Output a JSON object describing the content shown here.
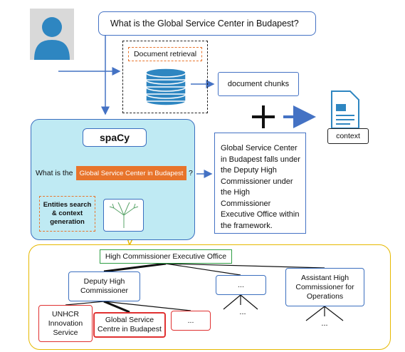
{
  "question": "What is the Global Service Center in Budapest?",
  "retrieval": {
    "label": "Document retrieval",
    "icon": "database-icon"
  },
  "chunks": {
    "label": "document chunks"
  },
  "plus": "+",
  "context": {
    "label": "context",
    "icon": "document-icon"
  },
  "spacy": {
    "title": "spaCy",
    "question_prefix": "What is the",
    "entity": "Global Service Center in Budapest",
    "question_suffix": "?",
    "entity_search": "Entities search & context generation",
    "tree_icon": "tree-icon"
  },
  "answer": "Global Service Center in Budapest falls under the Deputy High Commissioner under the High Commissioner Executive Office within the framework.",
  "hierarchy": {
    "root": "High Commissioner Executive Office",
    "deputy": "Deputy High Commissioner",
    "dots": "...",
    "assistant": "Assistant High Commissioner for Operations",
    "unhcr": "UNHCR Innovation Service",
    "gsc": "Global Service Centre in Budapest",
    "dots2": "...",
    "dots_below_1": "...",
    "dots_below_2": "..."
  },
  "colors": {
    "blue": "#4472c4",
    "orange": "#e8742b",
    "panel": "#bfeaf3",
    "green": "#2f9e44",
    "red": "#e03131",
    "gold": "#e6b800"
  }
}
